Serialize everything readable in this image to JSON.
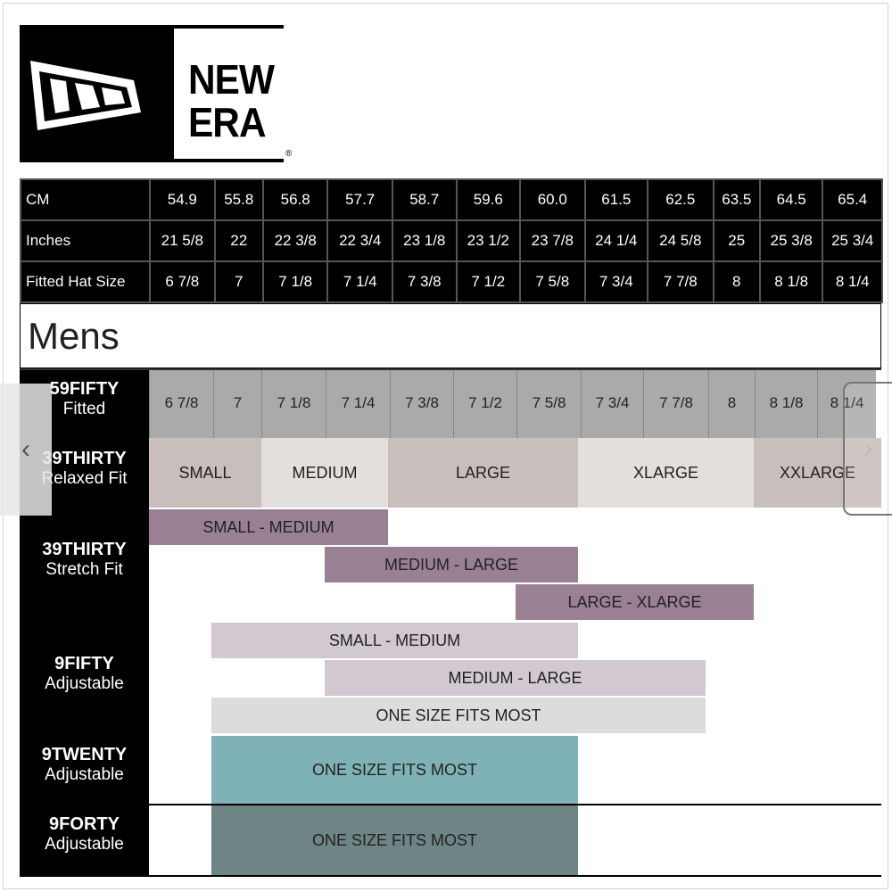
{
  "brand": {
    "line1": "NEW",
    "line2": "ERA",
    "registered": "®"
  },
  "size_table": {
    "rows": [
      {
        "label": "CM",
        "values": [
          "54.9",
          "55.8",
          "56.8",
          "57.7",
          "58.7",
          "59.6",
          "60.0",
          "61.5",
          "62.5",
          "63.5",
          "64.5",
          "65.4"
        ]
      },
      {
        "label": "Inches",
        "values": [
          "21 5/8",
          "22",
          "22 3/8",
          "22 3/4",
          "23 1/8",
          "23 1/2",
          "23 7/8",
          "24 1/4",
          "24 5/8",
          "25",
          "25 3/8",
          "25 3/4"
        ]
      },
      {
        "label": "Fitted Hat Size",
        "values": [
          "6 7/8",
          "7",
          "7 1/8",
          "7 1/4",
          "7 3/8",
          "7 1/2",
          "7 5/8",
          "7 3/4",
          "7 7/8",
          "8",
          "8 1/8",
          "8 1/4"
        ]
      }
    ]
  },
  "section_title": "Mens",
  "models": {
    "59fifty": {
      "name": "59FIFTY",
      "fit": "Fitted",
      "sizes": [
        "6 7/8",
        "7",
        "7 1/8",
        "7 1/4",
        "7 3/8",
        "7 1/2",
        "7 5/8",
        "7 3/4",
        "7 7/8",
        "8",
        "8 1/8",
        "8 1/4"
      ]
    },
    "39thirty_relaxed": {
      "name": "39THIRTY",
      "fit": "Relaxed Fit",
      "bands": [
        "SMALL",
        "MEDIUM",
        "LARGE",
        "XLARGE",
        "XXLARGE"
      ]
    },
    "39thirty_stretch": {
      "name": "39THIRTY",
      "fit": "Stretch Fit",
      "bands": [
        "SMALL - MEDIUM",
        "MEDIUM - LARGE",
        "LARGE - XLARGE"
      ]
    },
    "9fifty": {
      "name": "9FIFTY",
      "fit": "Adjustable",
      "bands": [
        "SMALL - MEDIUM",
        "MEDIUM - LARGE",
        "ONE SIZE FITS MOST"
      ]
    },
    "9twenty": {
      "name": "9TWENTY",
      "fit": "Adjustable",
      "band": "ONE SIZE FITS MOST"
    },
    "9forty": {
      "name": "9FORTY",
      "fit": "Adjustable",
      "band": "ONE SIZE FITS MOST"
    }
  },
  "carousel": {
    "prev_icon": "‹",
    "next_icon": "›"
  },
  "colors": {
    "relaxed_small": "#c8bebb",
    "relaxed_medium": "#e2dfdc",
    "relaxed_large": "#c8bebb",
    "relaxed_xlarge": "#e2dfdc",
    "relaxed_xxlarge": "#c8bebb",
    "stretch": "#9a8093",
    "adj_light": "#d2c8d2",
    "adj_lighter": "#dcdcdc",
    "twenty": "#7fb2b6",
    "forty": "#6f8484"
  }
}
